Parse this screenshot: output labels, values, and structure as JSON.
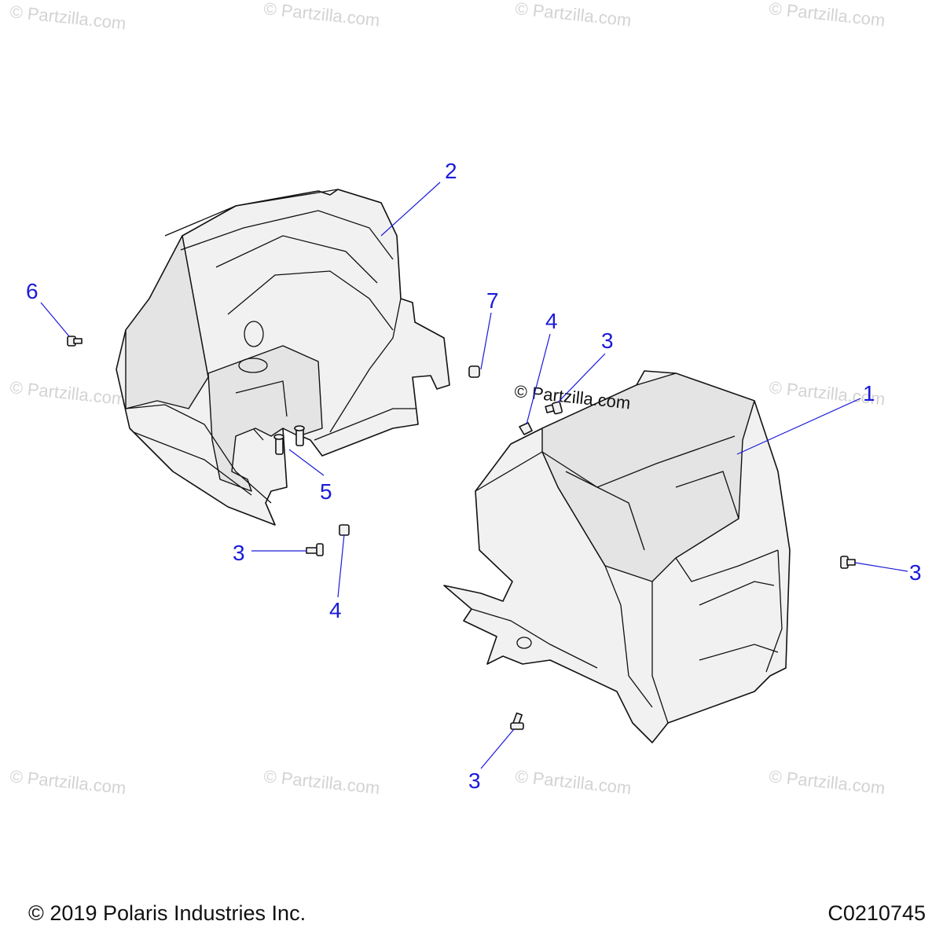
{
  "watermark_text": "© Partzilla.com",
  "inline_watermark": "© Partzilla.com",
  "callouts": [
    {
      "id": "1",
      "label": "1"
    },
    {
      "id": "2",
      "label": "2"
    },
    {
      "id": "3a",
      "label": "3"
    },
    {
      "id": "3b",
      "label": "3"
    },
    {
      "id": "3c",
      "label": "3"
    },
    {
      "id": "3d",
      "label": "3"
    },
    {
      "id": "4a",
      "label": "4"
    },
    {
      "id": "4b",
      "label": "4"
    },
    {
      "id": "5",
      "label": "5"
    },
    {
      "id": "6",
      "label": "6"
    },
    {
      "id": "7",
      "label": "7"
    }
  ],
  "footer": {
    "copyright": "© 2019 Polaris Industries Inc.",
    "drawing_code": "C0210745"
  },
  "colors": {
    "callout": "#1a1adb",
    "line": "#111111",
    "part_fill": "#f1f1f1"
  }
}
